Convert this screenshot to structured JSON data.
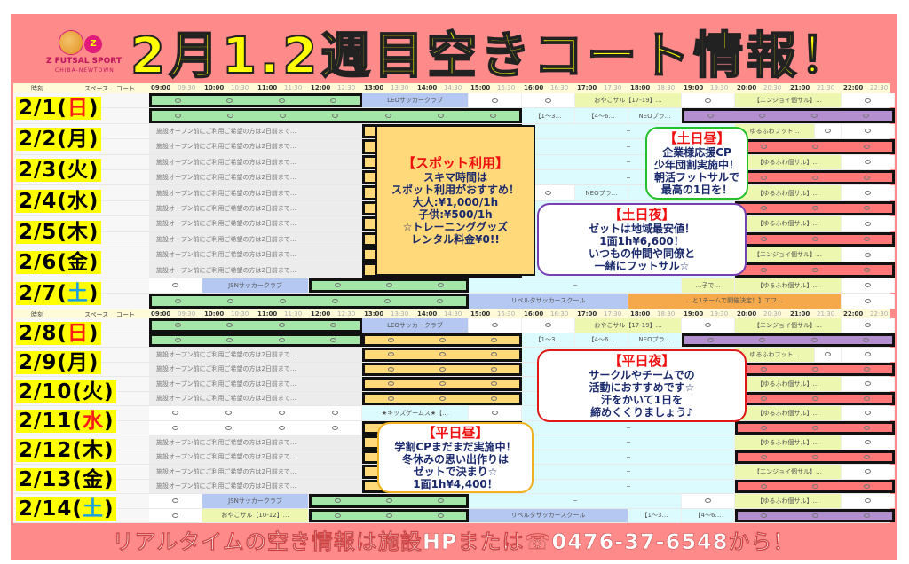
{
  "title": "2月1.2週目空きコート情報！",
  "logo": {
    "name": "Z FUTSAL SPORT",
    "sub": "CHIBA-NEWTOWN",
    "mark": "Z"
  },
  "header": {
    "time": "時刻",
    "space": "スペース",
    "times": [
      "09:00",
      "09:30",
      "10:00",
      "10:30",
      "11:00",
      "11:30",
      "12:00",
      "12:30",
      "13:00",
      "13:30",
      "14:00",
      "14:30",
      "15:00",
      "15:30",
      "16:00",
      "16:30",
      "17:00",
      "17:30",
      "18:00",
      "18:30",
      "19:00",
      "19:30",
      "20:00",
      "20:30",
      "21:00",
      "21:30",
      "22:00",
      "22:30"
    ]
  },
  "court_label": "コート",
  "colors": {
    "day_red": "#ff1a1a",
    "day_blue": "#1aa0e0",
    "accent_pink": "#ff8a8a",
    "title_yellow": "#ffff00"
  },
  "tables": [
    {
      "dates": [
        {
          "label": "2/1(",
          "day": "日",
          "close": ")",
          "color": "#ff1a1a"
        },
        {
          "label": "2/2(",
          "day": "月",
          "close": ")",
          "color": "#000"
        },
        {
          "label": "2/3(",
          "day": "火",
          "close": ")",
          "color": "#000"
        },
        {
          "label": "2/4(",
          "day": "水",
          "close": ")",
          "color": "#000"
        },
        {
          "label": "2/5(",
          "day": "木",
          "close": ")",
          "color": "#000"
        },
        {
          "label": "2/6(",
          "day": "金",
          "close": ")",
          "color": "#000"
        },
        {
          "label": "2/7(",
          "day": "土",
          "close": ")",
          "color": "#1aa0e0"
        }
      ],
      "rows": [
        [
          [
            0,
            8,
            "g",
            "○"
          ],
          [
            8,
            12,
            "b",
            "LEOサッカークラブ"
          ],
          [
            12,
            14,
            "w",
            "○"
          ],
          [
            14,
            16,
            "w",
            "○"
          ],
          [
            16,
            20,
            "l",
            "おやこサル【17-19】…"
          ],
          [
            20,
            22,
            "w",
            "○"
          ],
          [
            22,
            26,
            "l",
            "【エンジョイ個サル】…"
          ],
          [
            26,
            28,
            "w",
            "○"
          ]
        ],
        [
          [
            0,
            14,
            "g",
            "○"
          ],
          [
            14,
            16,
            "c",
            "【1～3…"
          ],
          [
            16,
            18,
            "c",
            "【4～6…"
          ],
          [
            18,
            20,
            "c",
            "NEOプラ…"
          ],
          [
            20,
            28,
            "p",
            "○"
          ]
        ],
        [
          [
            0,
            8,
            "gr",
            "施設オープン前にご利用ご希望の方は2日前まで…"
          ],
          [
            8,
            14,
            "y",
            "○"
          ],
          [
            14,
            22,
            "c",
            "-"
          ],
          [
            22,
            25,
            "l",
            "ゆるふわフット…"
          ],
          [
            25,
            26,
            "w",
            "○"
          ],
          [
            26,
            28,
            "w",
            "○"
          ]
        ],
        [
          [
            0,
            8,
            "gr",
            "施設オープン前にご利用ご希望の方は2日前まで…"
          ],
          [
            8,
            14,
            "y",
            "○"
          ],
          [
            14,
            22,
            "c",
            "-"
          ],
          [
            22,
            28,
            "r",
            "○"
          ]
        ],
        [
          [
            0,
            8,
            "gr",
            "施設オープン前にご利用ご希望の方は2日前まで…"
          ],
          [
            8,
            14,
            "y",
            "○"
          ],
          [
            14,
            22,
            "c",
            "-"
          ],
          [
            22,
            26,
            "l",
            "【ゆるふわ個サル】…"
          ],
          [
            26,
            28,
            "w",
            "○"
          ]
        ],
        [
          [
            0,
            8,
            "gr",
            "施設オープン前にご利用ご希望の方は2日前まで…"
          ],
          [
            8,
            14,
            "y",
            "○"
          ],
          [
            14,
            22,
            "c",
            "-"
          ],
          [
            22,
            28,
            "r",
            "○"
          ]
        ],
        [
          [
            0,
            8,
            "gr",
            "施設オープン前にご利用ご希望の方は2日前まで…"
          ],
          [
            8,
            14,
            "y",
            "○"
          ],
          [
            14,
            16,
            "w",
            "○"
          ],
          [
            16,
            18,
            "c",
            "NEOプラ…"
          ],
          [
            18,
            22,
            "c",
            "-"
          ],
          [
            22,
            26,
            "l",
            "【ゆるふわ個サル】…"
          ],
          [
            26,
            28,
            "w",
            "○"
          ]
        ],
        [
          [
            0,
            8,
            "gr",
            "施設オープン前にご利用ご希望の方は2日前まで…"
          ],
          [
            8,
            14,
            "y",
            "○"
          ],
          [
            14,
            22,
            "c",
            "-"
          ],
          [
            22,
            28,
            "r",
            "○"
          ]
        ],
        [
          [
            0,
            8,
            "gr",
            "施設オープン前にご利用ご希望の方は2日前まで…"
          ],
          [
            8,
            14,
            "y",
            "○"
          ],
          [
            14,
            22,
            "c",
            "-"
          ],
          [
            22,
            26,
            "l",
            "【ゆるふわ個サル】…"
          ],
          [
            26,
            28,
            "w",
            "○"
          ]
        ],
        [
          [
            0,
            8,
            "gr",
            "施設オープン前にご利用ご希望の方は2日前まで…"
          ],
          [
            8,
            14,
            "y",
            "○"
          ],
          [
            14,
            22,
            "c",
            "-"
          ],
          [
            22,
            28,
            "r",
            "○"
          ]
        ],
        [
          [
            0,
            8,
            "gr",
            "施設オープン前にご利用ご希望の方は2日前まで…"
          ],
          [
            8,
            14,
            "y",
            "○"
          ],
          [
            14,
            22,
            "c",
            "-"
          ],
          [
            22,
            26,
            "l",
            "【エンジョイ個サル】…"
          ],
          [
            26,
            28,
            "w",
            "○"
          ]
        ],
        [
          [
            0,
            8,
            "gr",
            "施設オープン前にご利用ご希望の方は2日前まで…"
          ],
          [
            8,
            14,
            "y",
            "○"
          ],
          [
            14,
            22,
            "c",
            "-"
          ],
          [
            22,
            28,
            "r",
            "○"
          ]
        ],
        [
          [
            0,
            2,
            "w",
            "○"
          ],
          [
            2,
            6,
            "b",
            "JSNサッカークラブ"
          ],
          [
            6,
            12,
            "g",
            "○"
          ],
          [
            12,
            20,
            "c",
            "-"
          ],
          [
            20,
            22,
            "l",
            "…子で…"
          ],
          [
            22,
            26,
            "l",
            "【ゆるふわ個サル】…"
          ],
          [
            26,
            28,
            "w",
            "○"
          ]
        ],
        [
          [
            0,
            12,
            "g",
            "○"
          ],
          [
            12,
            18,
            "b",
            "リベルタサッカースクール"
          ],
          [
            18,
            26,
            "o",
            "…と1チームで開催決定！】エフ…"
          ],
          [
            26,
            28,
            "w",
            "○"
          ]
        ]
      ]
    },
    {
      "dates": [
        {
          "label": "2/8(",
          "day": "日",
          "close": ")",
          "color": "#ff1a1a"
        },
        {
          "label": "2/9(",
          "day": "月",
          "close": ")",
          "color": "#000"
        },
        {
          "label": "2/10(",
          "day": "火",
          "close": ")",
          "color": "#000"
        },
        {
          "label": "2/11(",
          "day": "水",
          "close": ")",
          "color": "#ff1a1a"
        },
        {
          "label": "2/12(",
          "day": "木",
          "close": ")",
          "color": "#000"
        },
        {
          "label": "2/13(",
          "day": "金",
          "close": ")",
          "color": "#000"
        },
        {
          "label": "2/14(",
          "day": "土",
          "close": ")",
          "color": "#1aa0e0"
        }
      ],
      "rows": [
        [
          [
            0,
            8,
            "g",
            "○"
          ],
          [
            8,
            12,
            "b",
            "LEOサッカークラブ"
          ],
          [
            12,
            14,
            "w",
            "○"
          ],
          [
            14,
            16,
            "w",
            "○"
          ],
          [
            16,
            20,
            "l",
            "おやこサル【17-19】…"
          ],
          [
            20,
            22,
            "w",
            "○"
          ],
          [
            22,
            26,
            "l",
            "【エンジョイ個サル】…"
          ],
          [
            26,
            28,
            "w",
            "○"
          ]
        ],
        [
          [
            0,
            8,
            "g",
            "○"
          ],
          [
            8,
            14,
            "y",
            "○"
          ],
          [
            14,
            16,
            "c",
            "【1～3…"
          ],
          [
            16,
            18,
            "c",
            "【4～6…"
          ],
          [
            18,
            20,
            "c",
            "NEOプラ…"
          ],
          [
            20,
            28,
            "p",
            "○"
          ]
        ],
        [
          [
            0,
            8,
            "gr",
            "施設オープン前にご利用ご希望の方は2日前まで…"
          ],
          [
            8,
            14,
            "y",
            "○"
          ],
          [
            14,
            22,
            "c",
            "-"
          ],
          [
            22,
            25,
            "l",
            "ゆるふわフット…"
          ],
          [
            25,
            26,
            "w",
            "○"
          ],
          [
            26,
            28,
            "w",
            "○"
          ]
        ],
        [
          [
            0,
            8,
            "gr",
            "施設オープン前にご利用ご希望の方は2日前まで…"
          ],
          [
            8,
            14,
            "y",
            "○"
          ],
          [
            14,
            22,
            "c",
            "-"
          ],
          [
            22,
            28,
            "r",
            "○"
          ]
        ],
        [
          [
            0,
            8,
            "gr",
            "施設オープン前にご利用ご希望の方は2日前まで…"
          ],
          [
            8,
            14,
            "y",
            "○"
          ],
          [
            14,
            22,
            "c",
            "-"
          ],
          [
            22,
            26,
            "l",
            "【ゆるふわ個サル】…"
          ],
          [
            26,
            28,
            "w",
            "○"
          ]
        ],
        [
          [
            0,
            8,
            "gr",
            "施設オープン前にご利用ご希望の方は2日前まで…"
          ],
          [
            8,
            14,
            "y",
            "○"
          ],
          [
            14,
            22,
            "c",
            "-"
          ],
          [
            22,
            28,
            "r",
            "○"
          ]
        ],
        [
          [
            0,
            8,
            "w",
            "○"
          ],
          [
            8,
            12,
            "c",
            "★キッズゲームス★【…"
          ],
          [
            12,
            14,
            "w",
            "○"
          ],
          [
            14,
            22,
            "c",
            "-"
          ],
          [
            22,
            26,
            "l",
            "【ゆるふわ個サル】…"
          ],
          [
            26,
            28,
            "w",
            "○"
          ]
        ],
        [
          [
            0,
            8,
            "w",
            "○"
          ],
          [
            8,
            14,
            "y",
            "○"
          ],
          [
            14,
            22,
            "c",
            "-"
          ],
          [
            22,
            28,
            "r",
            "○"
          ]
        ],
        [
          [
            0,
            8,
            "gr",
            "施設オープン前にご利用ご希望の方は2日前まで…"
          ],
          [
            8,
            14,
            "y",
            "○"
          ],
          [
            14,
            22,
            "c",
            "-"
          ],
          [
            22,
            26,
            "l",
            "【ゆるふわ個サル】…"
          ],
          [
            26,
            28,
            "w",
            "○"
          ]
        ],
        [
          [
            0,
            8,
            "gr",
            "施設オープン前にご利用ご希望の方は2日前まで…"
          ],
          [
            8,
            14,
            "y",
            "○"
          ],
          [
            14,
            22,
            "c",
            "-"
          ],
          [
            22,
            28,
            "r",
            "○"
          ]
        ],
        [
          [
            0,
            8,
            "gr",
            "施設オープン前にご利用ご希望の方は2日前まで…"
          ],
          [
            8,
            14,
            "y",
            "○"
          ],
          [
            14,
            22,
            "c",
            "-"
          ],
          [
            22,
            26,
            "l",
            "【エンジョイ個サル】…"
          ],
          [
            26,
            28,
            "w",
            "○"
          ]
        ],
        [
          [
            0,
            8,
            "gr",
            "施設オープン前にご利用ご希望の方は2日前まで…"
          ],
          [
            8,
            14,
            "y",
            "○"
          ],
          [
            14,
            22,
            "c",
            "-"
          ],
          [
            22,
            28,
            "r",
            "○"
          ]
        ],
        [
          [
            0,
            2,
            "w",
            "○"
          ],
          [
            2,
            6,
            "b",
            "JSNサッカークラブ"
          ],
          [
            6,
            12,
            "g",
            "○"
          ],
          [
            12,
            20,
            "c",
            "-"
          ],
          [
            20,
            22,
            "w",
            "○"
          ],
          [
            22,
            26,
            "l",
            "【ゆるふわ個サル】…"
          ],
          [
            26,
            28,
            "w",
            "○"
          ]
        ],
        [
          [
            0,
            2,
            "w",
            "○"
          ],
          [
            2,
            6,
            "l",
            "おやこサル【10-12】…"
          ],
          [
            6,
            12,
            "g",
            "○"
          ],
          [
            12,
            18,
            "b",
            "リベルタサッカースクール"
          ],
          [
            18,
            20,
            "c",
            "【1～3…"
          ],
          [
            20,
            22,
            "c",
            "【4～6…"
          ],
          [
            22,
            28,
            "p",
            "○"
          ]
        ]
      ]
    }
  ],
  "callouts": {
    "weekend_day": {
      "heading": "【土日昼】",
      "lines": [
        "企業様応援CP",
        "少年団割実施中！",
        "朝活フットサルで",
        "最高の1日を！"
      ]
    },
    "spot": {
      "heading": "【スポット利用】",
      "lines": [
        "スキマ時間は",
        "スポット利用がおすすめ！",
        "大人:¥1,000/1h",
        "子供:¥500/1h",
        "☆トレーニンググッズ",
        "レンタル料金¥0!!"
      ]
    },
    "weekend_night": {
      "heading": "【土日夜】",
      "lines": [
        "ゼットは地域最安値！",
        "1面1h¥6,600！",
        "いつもの仲間や同僚と",
        "一緒にフットサル☆"
      ]
    },
    "weekday_day": {
      "heading": "【平日昼】",
      "lines": [
        "学割CPまだまだ実施中！",
        "冬休みの思い出作りは",
        "ゼットで決まり☆",
        "1面1h¥4,400！"
      ]
    },
    "weekday_night": {
      "heading": "【平日夜】",
      "lines": [
        "サークルやチームでの",
        "活動におすすめです☆",
        "汗をかいて1日を",
        "締めくくりましょう♪"
      ]
    }
  },
  "footer": "リアルタイムの空き情報は施設HPまたは☏0476-37-6548から！"
}
